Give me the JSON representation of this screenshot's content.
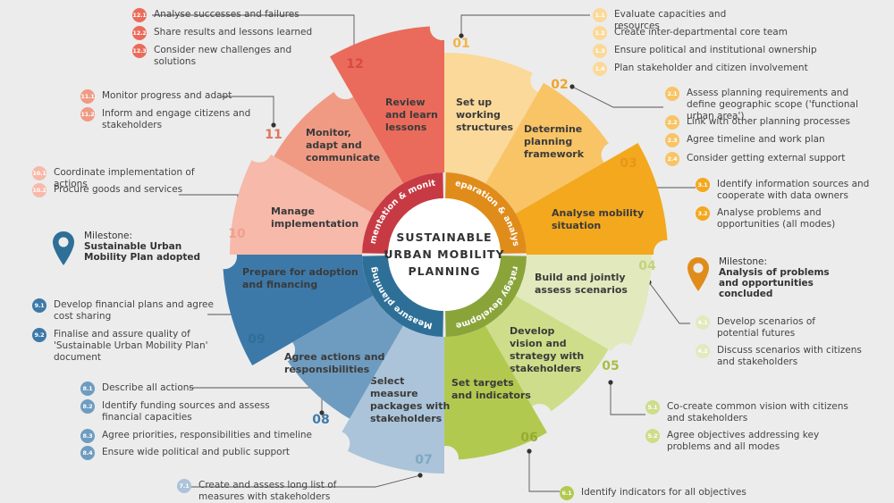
{
  "center": {
    "lines": [
      "SUSTAINABLE",
      "URBAN MOBILITY",
      "PLANNING"
    ]
  },
  "phases": [
    {
      "label": "Preparation & analysis",
      "color": "#e08c1b"
    },
    {
      "label": "Strategy development",
      "color": "#8aa43a"
    },
    {
      "label": "Measure planning",
      "color": "#2e6f97"
    },
    {
      "label": "Implementation & monitoring",
      "color": "#c73a44"
    }
  ],
  "steps": [
    {
      "num": "01",
      "lines": [
        "Set up",
        "working",
        "structures"
      ],
      "color": "#fbd99a",
      "numColor": "#f2b545"
    },
    {
      "num": "02",
      "lines": [
        "Determine",
        "planning",
        "framework"
      ],
      "color": "#f8c466",
      "numColor": "#eea52a"
    },
    {
      "num": "03",
      "lines": [
        "Analyse mobility",
        "situation"
      ],
      "color": "#f3a81e",
      "numColor": "#e8961a"
    },
    {
      "num": "04",
      "lines": [
        "Build and jointly",
        "assess scenarios"
      ],
      "color": "#e2e9bd",
      "numColor": "#c5d27a"
    },
    {
      "num": "05",
      "lines": [
        "Develop",
        "vision and",
        "strategy with",
        "stakeholders"
      ],
      "color": "#cedd8a",
      "numColor": "#a9bd46"
    },
    {
      "num": "06",
      "lines": [
        "Set targets",
        "and indicators"
      ],
      "color": "#b2c950",
      "numColor": "#94ab34"
    },
    {
      "num": "07",
      "lines": [
        "Select",
        "measure",
        "packages with",
        "stakeholders"
      ],
      "color": "#abc4d9",
      "numColor": "#7fa7c4"
    },
    {
      "num": "08",
      "lines": [
        "Agree actions and",
        "responsibilities"
      ],
      "color": "#6e9cc0",
      "numColor": "#3f7aa8"
    },
    {
      "num": "09",
      "lines": [
        "Prepare for adoption",
        "and financing"
      ],
      "color": "#3d79a8",
      "numColor": "#2e6f97"
    },
    {
      "num": "10",
      "lines": [
        "Manage",
        "implementation"
      ],
      "color": "#f6b9aa",
      "numColor": "#f0a08e"
    },
    {
      "num": "11",
      "lines": [
        "Monitor,",
        "adapt and",
        "communicate"
      ],
      "color": "#f09a84",
      "numColor": "#e2735d"
    },
    {
      "num": "12",
      "lines": [
        "Review",
        "and learn",
        "lessons"
      ],
      "color": "#ea6b5b",
      "numColor": "#d94a3d"
    }
  ],
  "activities": [
    {
      "code": "1.1",
      "text": "Evaluate capacities and resources",
      "color": "#fbd99a"
    },
    {
      "code": "1.2",
      "text": "Create inter-departmental core team",
      "color": "#fbd99a"
    },
    {
      "code": "1.3",
      "text": "Ensure political and institutional ownership",
      "color": "#fbd99a"
    },
    {
      "code": "1.4",
      "text": "Plan stakeholder and citizen involvement",
      "color": "#fbd99a"
    },
    {
      "code": "2.1",
      "text": "Assess planning requirements and define geographic scope ('functional urban area')",
      "color": "#f8c466"
    },
    {
      "code": "2.2",
      "text": "Link with other planning processes",
      "color": "#f8c466"
    },
    {
      "code": "2.3",
      "text": "Agree timeline and work plan",
      "color": "#f8c466"
    },
    {
      "code": "2.4",
      "text": "Consider getting external support",
      "color": "#f8c466"
    },
    {
      "code": "3.1",
      "text": "Identify information sources and cooperate with data owners",
      "color": "#f3a81e"
    },
    {
      "code": "3.2",
      "text": "Analyse problems and opportunities (all modes)",
      "color": "#f3a81e"
    },
    {
      "code": "4.1",
      "text": "Develop scenarios of potential futures",
      "color": "#e2e9bd"
    },
    {
      "code": "4.2",
      "text": "Discuss scenarios with citizens and stakeholders",
      "color": "#e2e9bd"
    },
    {
      "code": "5.1",
      "text": "Co-create common vision with citizens and stakeholders",
      "color": "#cedd8a"
    },
    {
      "code": "5.2",
      "text": "Agree objectives addressing key problems and all modes",
      "color": "#cedd8a"
    },
    {
      "code": "6.1",
      "text": "Identify indicators for all objectives",
      "color": "#b2c950"
    },
    {
      "code": "7.1",
      "text": "Create and assess long list of measures with stakeholders",
      "color": "#abc4d9"
    },
    {
      "code": "8.1",
      "text": "Describe all actions",
      "color": "#6e9cc0"
    },
    {
      "code": "8.2",
      "text": "Identify funding sources and assess financial capacities",
      "color": "#6e9cc0"
    },
    {
      "code": "8.3",
      "text": "Agree priorities, responsibilities and timeline",
      "color": "#6e9cc0"
    },
    {
      "code": "8.4",
      "text": "Ensure wide political and public support",
      "color": "#6e9cc0"
    },
    {
      "code": "9.1",
      "text": "Develop financial plans and agree cost sharing",
      "color": "#3d79a8"
    },
    {
      "code": "9.2",
      "text": "Finalise and assure quality of 'Sustainable Urban Mobility Plan' document",
      "color": "#3d79a8"
    },
    {
      "code": "10.1",
      "text": "Coordinate implementation of actions",
      "color": "#f6b9aa"
    },
    {
      "code": "10.2",
      "text": "Procure goods and services",
      "color": "#f6b9aa"
    },
    {
      "code": "11.1",
      "text": "Monitor progress and adapt",
      "color": "#f09a84"
    },
    {
      "code": "11.2",
      "text": "Inform and engage citizens and stakeholders",
      "color": "#f09a84"
    },
    {
      "code": "12.1",
      "text": "Analyse successes and failures",
      "color": "#ea6b5b"
    },
    {
      "code": "12.2",
      "text": "Share results and lessons learned",
      "color": "#ea6b5b"
    },
    {
      "code": "12.3",
      "text": "Consider new challenges and solutions",
      "color": "#ea6b5b"
    }
  ],
  "milestones": [
    {
      "label": "Milestone:",
      "title": "Sustainable Urban Mobility Plan adopted",
      "color": "#2e6f97"
    },
    {
      "label": "Milestone:",
      "title": "Analysis of problems and opportunities concluded",
      "color": "#e08c1b"
    }
  ]
}
